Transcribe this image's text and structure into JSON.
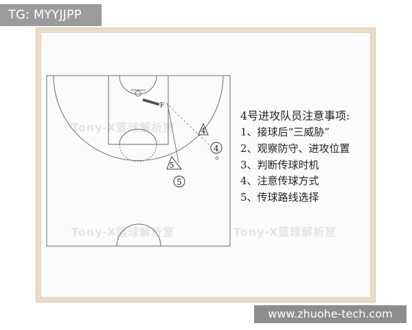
{
  "tags": {
    "top_left": "TG: MYYJJPP",
    "bottom_right": "www.zhuohe-tech.com"
  },
  "watermark": "Tony-X篮球解析室",
  "diagram": {
    "players": [
      {
        "label": "4",
        "kind": "triangle",
        "role": "defender"
      },
      {
        "label": "4",
        "kind": "circle",
        "role": "offense"
      },
      {
        "label": "5",
        "kind": "triangle",
        "role": "defender"
      },
      {
        "label": "5",
        "kind": "circle",
        "role": "offense"
      }
    ]
  },
  "notes": {
    "title": "4号进攻队员注意事项:",
    "items": [
      "1、接球后“三威胁”",
      "2、观察防守、进攻位置",
      "3、判断传球时机",
      "4、注意传球方式",
      "5、传球路线选择"
    ]
  },
  "colors": {
    "frame": "#e9dcc8",
    "court_lines": "#6a6a6a",
    "tag_background": "#9b9b9b"
  }
}
